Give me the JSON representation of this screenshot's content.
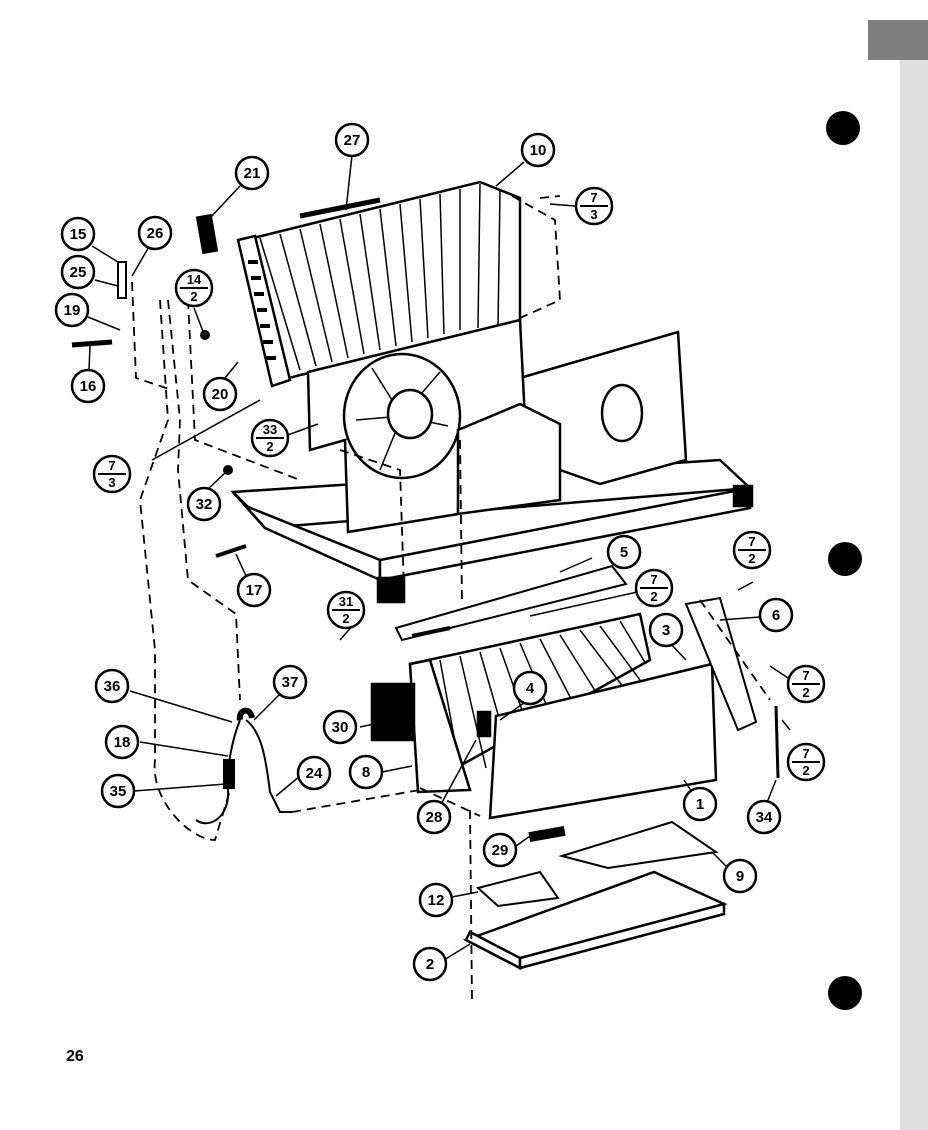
{
  "page_number": "26",
  "callouts": [
    {
      "id": "c1",
      "label": "1"
    },
    {
      "id": "c2",
      "label": "2"
    },
    {
      "id": "c3",
      "label": "3"
    },
    {
      "id": "c4",
      "label": "4"
    },
    {
      "id": "c5",
      "label": "5"
    },
    {
      "id": "c6",
      "label": "6"
    },
    {
      "id": "c8",
      "label": "8"
    },
    {
      "id": "c9",
      "label": "9"
    },
    {
      "id": "c10",
      "label": "10"
    },
    {
      "id": "c12",
      "label": "12"
    },
    {
      "id": "c15",
      "label": "15"
    },
    {
      "id": "c16",
      "label": "16"
    },
    {
      "id": "c17",
      "label": "17"
    },
    {
      "id": "c18",
      "label": "18"
    },
    {
      "id": "c19",
      "label": "19"
    },
    {
      "id": "c20",
      "label": "20"
    },
    {
      "id": "c21",
      "label": "21"
    },
    {
      "id": "c24",
      "label": "24"
    },
    {
      "id": "c25",
      "label": "25"
    },
    {
      "id": "c26",
      "label": "26"
    },
    {
      "id": "c27",
      "label": "27"
    },
    {
      "id": "c28",
      "label": "28"
    },
    {
      "id": "c29",
      "label": "29"
    },
    {
      "id": "c30",
      "label": "30"
    },
    {
      "id": "c32",
      "label": "32"
    },
    {
      "id": "c34",
      "label": "34"
    },
    {
      "id": "c35",
      "label": "35"
    },
    {
      "id": "c36",
      "label": "36"
    },
    {
      "id": "c37",
      "label": "37"
    }
  ],
  "fraction_callouts": [
    {
      "id": "f7-3a",
      "top": "7",
      "bottom": "3"
    },
    {
      "id": "f14-2",
      "top": "14",
      "bottom": "2"
    },
    {
      "id": "f7-3b",
      "top": "7",
      "bottom": "3"
    },
    {
      "id": "f33-2",
      "top": "33",
      "bottom": "2"
    },
    {
      "id": "f7-2a",
      "top": "7",
      "bottom": "2"
    },
    {
      "id": "f7-2b",
      "top": "7",
      "bottom": "2"
    },
    {
      "id": "f31-2",
      "top": "31",
      "bottom": "2"
    },
    {
      "id": "f7-2c",
      "top": "7",
      "bottom": "2"
    },
    {
      "id": "f7-2d",
      "top": "7",
      "bottom": "2"
    }
  ]
}
